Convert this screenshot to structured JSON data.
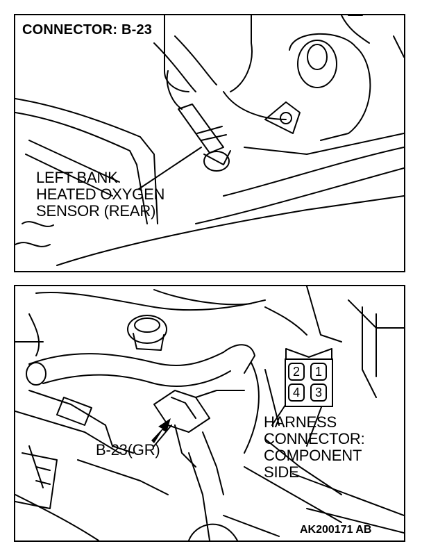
{
  "top_panel": {
    "title": "CONNECTOR: B-23",
    "callout_lines": [
      "LEFT BANK",
      "HEATED OXYGEN",
      "SENSOR (REAR)"
    ]
  },
  "bottom_panel": {
    "connector_label": "B-23(GR)",
    "callout_lines": [
      "HARNESS",
      "CONNECTOR:",
      "COMPONENT",
      "SIDE"
    ],
    "pins": [
      "2",
      "1",
      "4",
      "3"
    ]
  },
  "figure_code": "AK200171 AB"
}
